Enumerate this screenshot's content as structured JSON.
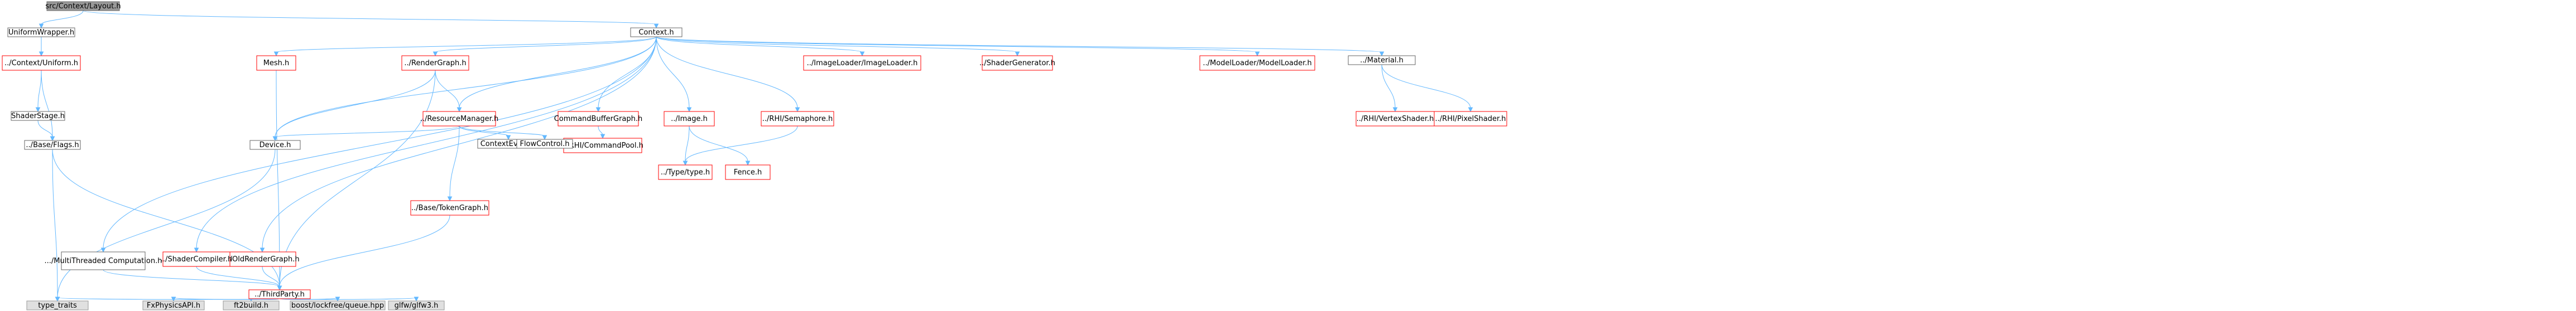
{
  "graph": {
    "nodes": [
      {
        "id": "root",
        "label": "src/Context/Layout.h",
        "style": "root"
      },
      {
        "id": "uniformwrapper",
        "label": "UniformWrapper.h",
        "style": "plain"
      },
      {
        "id": "context",
        "label": "Context.h",
        "style": "plain"
      },
      {
        "id": "ctxuniform",
        "label": "../Context/Uniform.h",
        "style": "red"
      },
      {
        "id": "shaderstage",
        "label": "ShaderStage.h",
        "style": "plain"
      },
      {
        "id": "basebase",
        "label": "../Base/Flags.h",
        "style": "plain"
      },
      {
        "id": "thirdparty",
        "label": "../ThirdParty.h",
        "style": "red"
      },
      {
        "id": "typetraits",
        "label": "type_traits",
        "style": "grey"
      },
      {
        "id": "mesh",
        "label": "Mesh.h",
        "style": "red"
      },
      {
        "id": "rendergraph",
        "label": "../RenderGraph.h",
        "style": "red"
      },
      {
        "id": "oldrendergraph",
        "label": "../OldRenderGraph.h",
        "style": "red"
      },
      {
        "id": "shadercompiler",
        "label": "../ShaderCompiler.h",
        "style": "red"
      },
      {
        "id": "multithreaded",
        "label": ".../MultiThreaded Computation.h",
        "style": "plain"
      },
      {
        "id": "device",
        "label": "Device.h",
        "style": "plain"
      },
      {
        "id": "resourcemanager",
        "label": "../ResourceManager.h",
        "style": "red"
      },
      {
        "id": "commandbuffergraph",
        "label": "CommandBufferGraph.h",
        "style": "red"
      },
      {
        "id": "rhicommandpool",
        "label": "../RHI/CommandPool.h",
        "style": "red"
      },
      {
        "id": "contextevent",
        "label": "ContextEvent.h",
        "style": "plain"
      },
      {
        "id": "flowcontrol",
        "label": "FlowControl.h",
        "style": "plain"
      },
      {
        "id": "basetokengraph",
        "label": "../Base/TokenGraph.h",
        "style": "red"
      },
      {
        "id": "image",
        "label": "../Image.h",
        "style": "red"
      },
      {
        "id": "typetype",
        "label": "../Type/type.h",
        "style": "red"
      },
      {
        "id": "fence",
        "label": "Fence.h",
        "style": "red"
      },
      {
        "id": "rhisemaphore",
        "label": "../RHI/Semaphore.h",
        "style": "red"
      },
      {
        "id": "shadergenerator",
        "label": "../ShaderGenerator.h",
        "style": "red"
      },
      {
        "id": "imageloader",
        "label": "../ImageLoader/ImageLoader.h",
        "style": "red"
      },
      {
        "id": "modelloader",
        "label": "../ModelLoader/ModelLoader.h",
        "style": "red"
      },
      {
        "id": "material",
        "label": "../Material.h",
        "style": "plain"
      },
      {
        "id": "vertexshader",
        "label": "../RHI/VertexShader.h",
        "style": "red"
      },
      {
        "id": "pixelshader",
        "label": "../RHI/PixelShader.h",
        "style": "red"
      },
      {
        "id": "fxphysics",
        "label": "FxPhysicsAPI.h",
        "style": "grey"
      },
      {
        "id": "ftbuild",
        "label": "ft2build.h",
        "style": "grey"
      },
      {
        "id": "lockfree",
        "label": "boost/lockfree/queue.hpp",
        "style": "grey"
      },
      {
        "id": "glfw",
        "label": "glfw/glfw3.h",
        "style": "grey"
      }
    ]
  }
}
